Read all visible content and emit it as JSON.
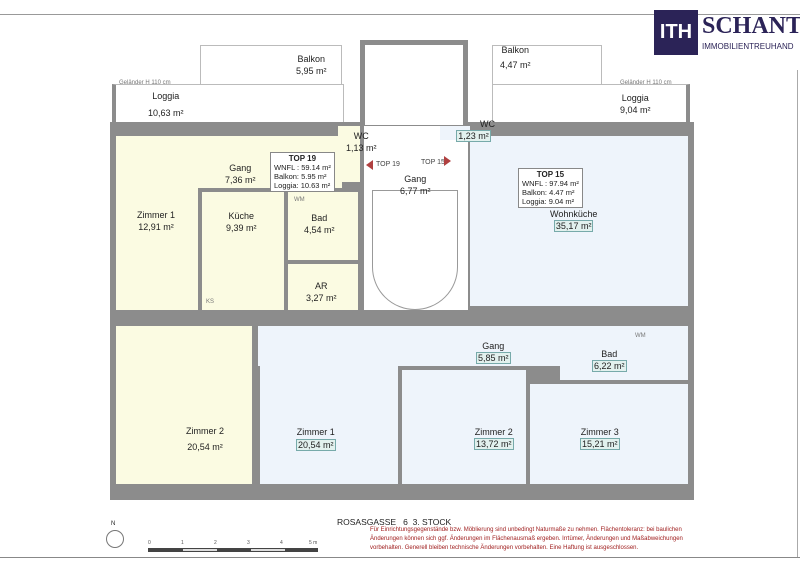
{
  "brand": {
    "logo_mark": "ITH",
    "name": "SCHANTL",
    "subtitle": "IMMOBILIENTREUHAND"
  },
  "outdoor": {
    "balkon_left": {
      "name": "Balkon",
      "area": "5,95 m²"
    },
    "loggia_left": {
      "name": "Loggia",
      "area": "10,63 m²",
      "railing": "Geländer H 110 cm"
    },
    "balkon_right": {
      "name": "Balkon",
      "area": "4,47 m²"
    },
    "loggia_right": {
      "name": "Loggia",
      "area": "9,04 m²",
      "railing": "Geländer H 110 cm"
    }
  },
  "top19": {
    "info": {
      "title": "TOP 19",
      "wnfl": "WNFL : 59.14 m²",
      "balkon": "Balkon: 5.95 m²",
      "loggia": "Loggia: 10.63 m²"
    },
    "rooms": [
      {
        "name": "WC",
        "area": "1,13 m²"
      },
      {
        "name": "Gang",
        "area": "7,36 m²"
      },
      {
        "name": "Zimmer 1",
        "area": "12,91 m²"
      },
      {
        "name": "Küche",
        "area": "9,39 m²"
      },
      {
        "name": "Bad",
        "area": "4,54 m²"
      },
      {
        "name": "AR",
        "area": "3,27 m²"
      },
      {
        "name": "Zimmer 2",
        "area": "20,54 m²"
      }
    ],
    "entry_label": "TOP 19"
  },
  "stair": {
    "name": "Gang",
    "area": "6,77 m²"
  },
  "top15": {
    "info": {
      "title": "TOP 15",
      "wnfl": "WNFL : 97.94 m²",
      "balkon": "Balkon: 4.47 m²",
      "loggia": "Loggia: 9.04 m²"
    },
    "rooms": [
      {
        "name": "WC",
        "area": "1,23 m²"
      },
      {
        "name": "Wohnküche",
        "area": "35,17 m²"
      },
      {
        "name": "Gang",
        "area": "5,85 m²"
      },
      {
        "name": "Bad",
        "area": "6,22 m²"
      },
      {
        "name": "Zimmer 1",
        "area": "20,54 m²"
      },
      {
        "name": "Zimmer 2",
        "area": "13,72 m²"
      },
      {
        "name": "Zimmer 3",
        "area": "15,21 m²"
      }
    ],
    "entry_label": "TOP 15"
  },
  "fixtures": {
    "wm": "WM",
    "ks": "KS"
  },
  "footer": {
    "title": "ROSASGASSE   6  3. STOCK",
    "north": "N",
    "scale_ticks": [
      "0",
      "1",
      "2",
      "3",
      "4",
      "5 m"
    ],
    "disclaimer": "Für Einrichtungsgegenstände bzw. Möblierung sind unbedingt Naturmaße zu nehmen.  Flächentoleranz: bei baulichen Änderungen können sich ggf. Änderungen im Flächenausmaß ergeben. Irrtümer, Änderungen und Maßabweichungen vorbehalten. Generell bleiben technische Änderungen vorbehalten. Eine Haftung ist ausgeschlossen."
  }
}
